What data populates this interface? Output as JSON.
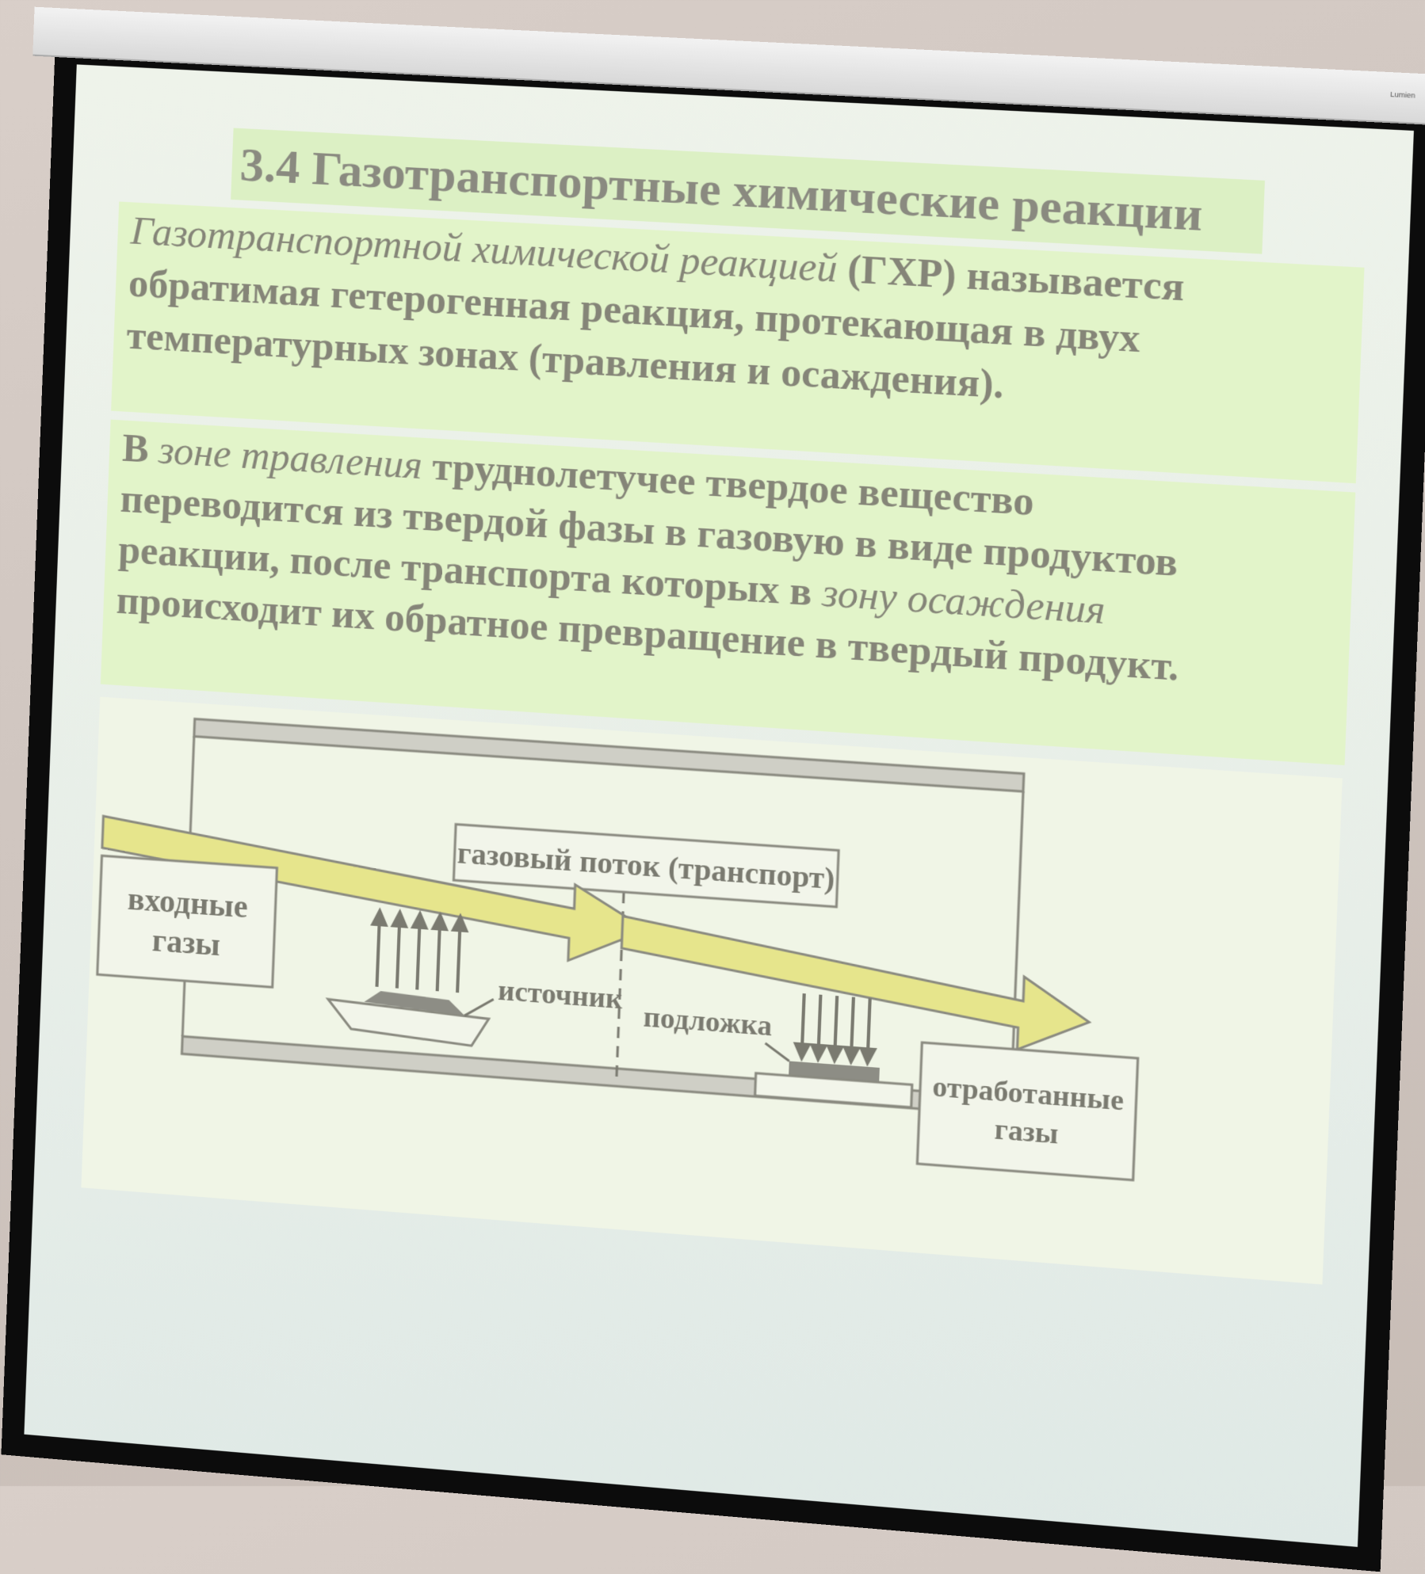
{
  "slide": {
    "title": "3.4 Газотранспортные химические реакции",
    "definition": {
      "line1_italic": "Газотранспортной химической реакцией",
      "line1_rest": " (ГХР) называется",
      "line2": "обратимая гетерогенная реакция, протекающая в двух",
      "line3": "температурных зонах (травления и осаждения)."
    },
    "zones": {
      "line1_lead": "В ",
      "line1_italic": "зоне травления",
      "line1_rest": " труднолетучее твердое вещество",
      "line2": "переводится из твердой фазы в газовую в виде продуктов",
      "line3_lead": "реакции, после транспорта которых в ",
      "line3_italic": "зону осаждения",
      "line4": "происходит их обратное превращение в твердый продукт."
    },
    "diagram": {
      "gas_flow_label": "газовый поток (транспорт)",
      "inlet_line1": "входные",
      "inlet_line2": "газы",
      "source_label": "источник",
      "substrate_label": "подложка",
      "outlet_line1": "отработанные",
      "outlet_line2": "газы"
    }
  },
  "housing": {
    "brand": "Lumien"
  },
  "colors": {
    "slide_text": "#858578",
    "box_fill": "#e2f4c9",
    "arrow_fill": "#e6e58c",
    "frame": "#0c0c0c",
    "wall": "#d9cfc9"
  }
}
